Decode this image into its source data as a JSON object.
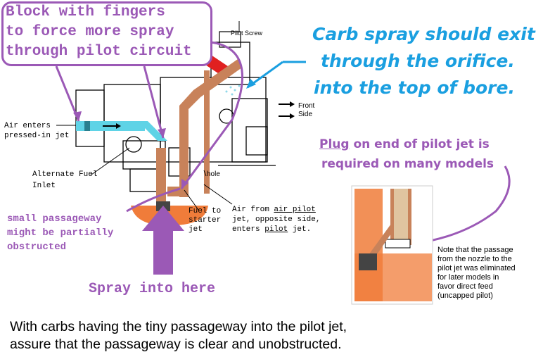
{
  "callout": {
    "line1": "Block with fingers",
    "line2": "to force more spray",
    "line3": "through pilot circuit"
  },
  "pilot_screw_label": "Pilot Screw",
  "orifice_note": {
    "line1": "Carb spray should exit",
    "line2": "through the orifice.",
    "line3": "into the top of bore."
  },
  "front_label": "Front",
  "side_label": "Side",
  "air_enters": {
    "line1": "Air enters",
    "line2": "pressed-in jet"
  },
  "alternate_fuel": {
    "line1": "Alternate Fuel",
    "line2": "Inlet"
  },
  "hole_label": "hole",
  "plug_note": {
    "plug_word": "Plug",
    "line1_rest": " on end of pilot jet is",
    "line2": "required on many models"
  },
  "fuel_starter": {
    "line1": "Fuel to",
    "line2": "starter",
    "line3": "jet"
  },
  "air_pilot": {
    "line1_pre": "Air from ",
    "line1_ul": "air pilot",
    "line2": "jet, opposite side,",
    "line3_pre": "enters ",
    "line3_ul": "pilot",
    "line3_post": " jet."
  },
  "obstruct_note": {
    "line1": "small passageway",
    "line2": "might be partially",
    "line3": "obstructed"
  },
  "spray_label": "Spray into here",
  "passage_note": {
    "line1": "Note that the passage",
    "line2": "from the nozzle to the",
    "line3": "pilot jet was eliminated",
    "line4": "for later models in",
    "line5": "favor direct feed",
    "line6": "(uncapped pilot)"
  },
  "caption": {
    "line1": "With carbs having the tiny passageway into the pilot jet,",
    "line2": "assure that the passageway is clear and unobstructed."
  },
  "colors": {
    "purple": "#9b59b6",
    "blue": "#1a9fe0",
    "cyan_passage": "#5fd3e6",
    "copper": "#c8825a",
    "orange_fuel": "#f07c3a",
    "red": "#e02020"
  }
}
